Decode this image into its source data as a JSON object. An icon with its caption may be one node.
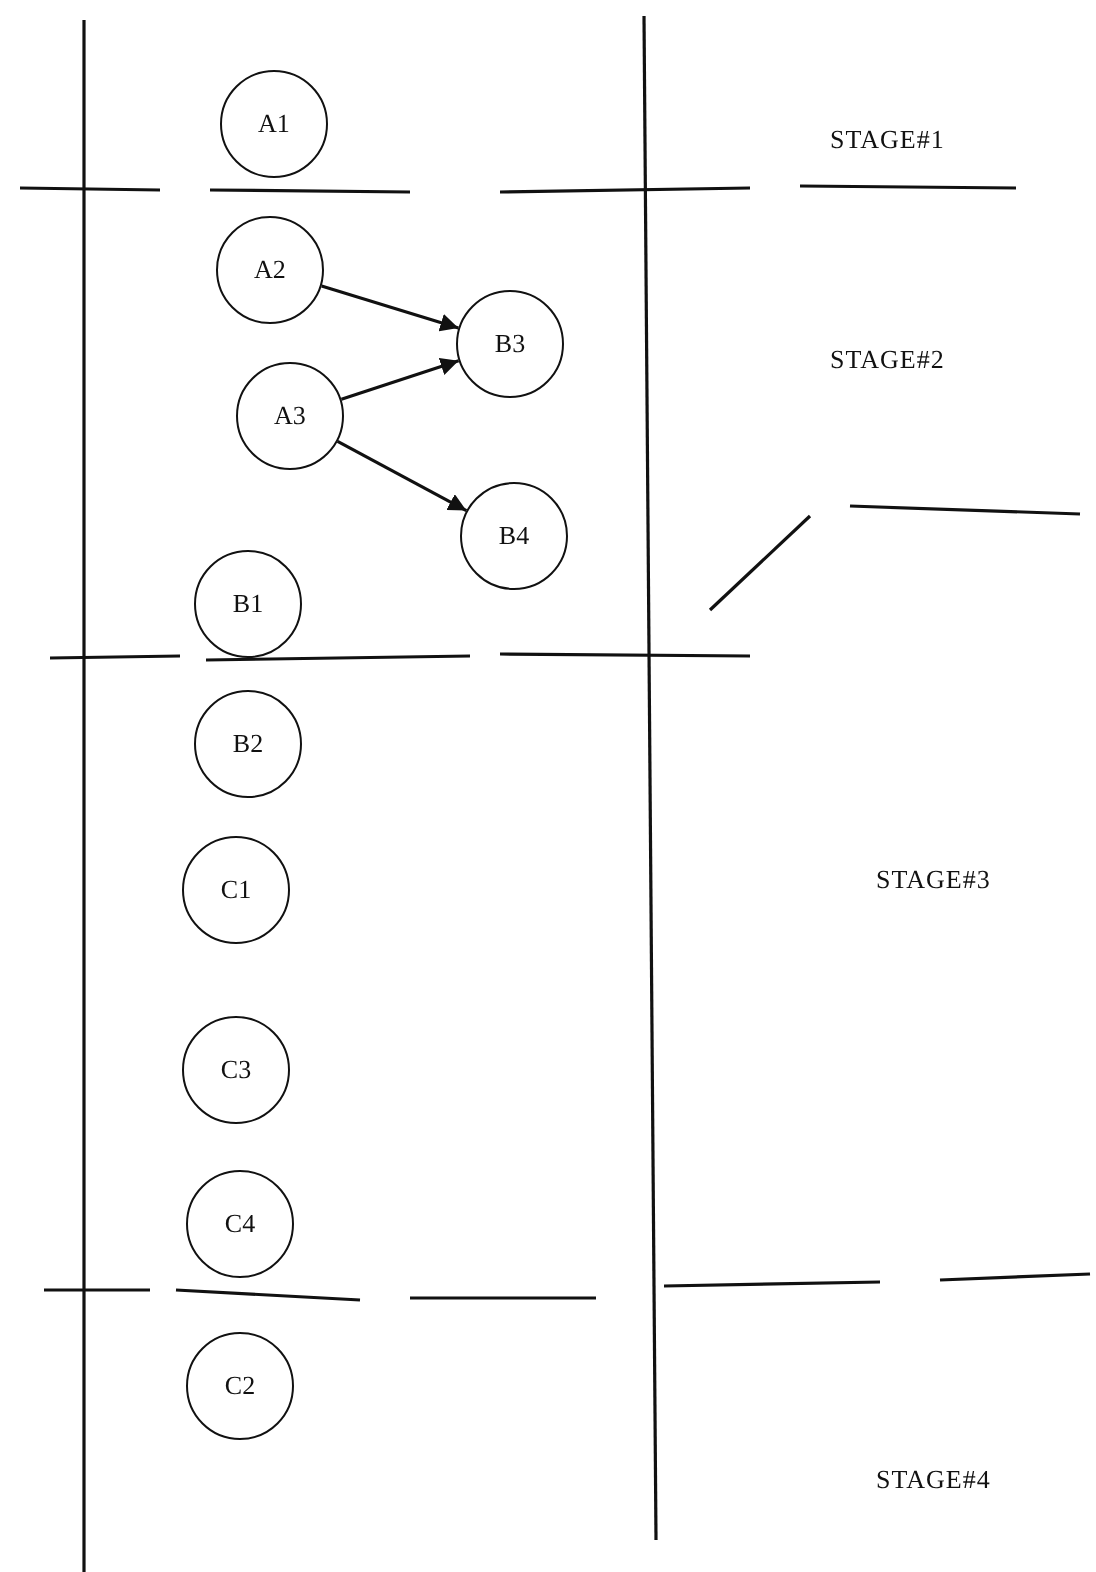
{
  "diagram": {
    "nodes": [
      {
        "text": [
          "A1"
        ]
      },
      {
        "text": [
          "A2"
        ]
      },
      {
        "text": [
          "B3"
        ]
      },
      {
        "text": [
          "A3"
        ]
      },
      {
        "text": [
          "B4"
        ]
      },
      {
        "text": [
          "B1"
        ]
      },
      {
        "text": [
          "B2"
        ]
      },
      {
        "text": [
          "C1"
        ]
      },
      {
        "text": [
          "C3"
        ]
      },
      {
        "text": [
          "C4"
        ]
      },
      {
        "text": [
          "C2"
        ]
      }
    ],
    "edges": [
      {
        "from": 1,
        "to": 2,
        "arrow": "to"
      },
      {
        "from": 3,
        "to": 2,
        "arrow": "to"
      },
      {
        "from": 3,
        "to": 4,
        "arrow": "to"
      }
    ],
    "labels": [
      "STAGE#1",
      "STAGE#2",
      "STAGE#3",
      "STAGE#4"
    ]
  }
}
